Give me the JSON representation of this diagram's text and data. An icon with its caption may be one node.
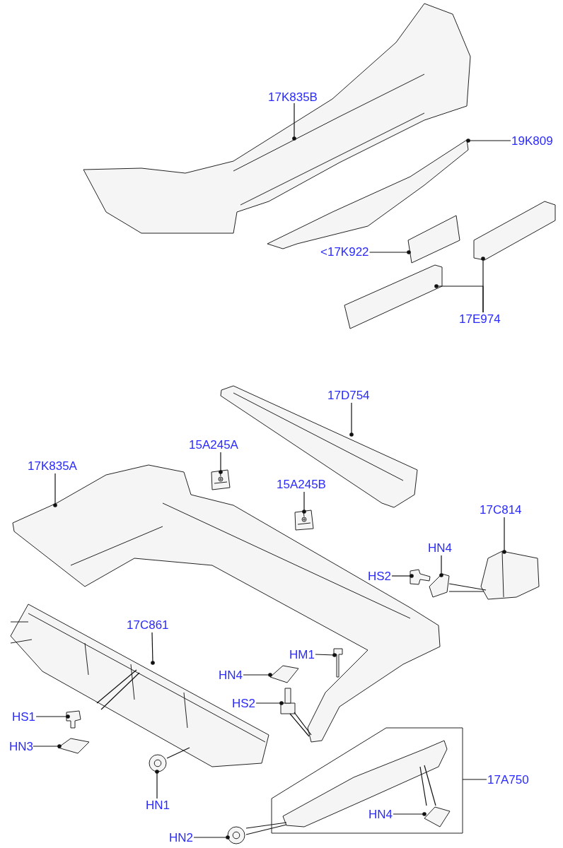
{
  "diagram": {
    "nodes": [
      {
        "text": [
          "17K835B"
        ]
      },
      {
        "text": [],
        "shape": "picture"
      },
      {
        "text": [
          "19K809"
        ]
      },
      {
        "text": [],
        "shape": "picture"
      },
      {
        "text": [
          "<17K922"
        ]
      },
      {
        "text": [],
        "shape": "picture"
      },
      {
        "text": [],
        "shape": "picture"
      },
      {
        "text": [],
        "shape": "picture"
      },
      {
        "text": [
          "17E974"
        ]
      },
      {
        "text": [
          "17D754"
        ]
      },
      {
        "text": [],
        "shape": "picture"
      },
      {
        "text": [
          "15A245A"
        ]
      },
      {
        "text": [],
        "shape": "picture"
      },
      {
        "text": [
          "15A245B"
        ]
      },
      {
        "text": [],
        "shape": "picture"
      },
      {
        "text": [
          "17K835A"
        ]
      },
      {
        "text": [],
        "shape": "picture"
      },
      {
        "text": [
          "17C814"
        ]
      },
      {
        "text": [],
        "shape": "picture"
      },
      {
        "text": [
          "HN4"
        ]
      },
      {
        "text": [],
        "shape": "picture"
      },
      {
        "text": [
          "HS2"
        ]
      },
      {
        "text": [],
        "shape": "picture"
      },
      {
        "text": [
          "17C861"
        ]
      },
      {
        "text": [],
        "shape": "picture"
      },
      {
        "text": [
          "HS1"
        ]
      },
      {
        "text": [],
        "shape": "picture"
      },
      {
        "text": [
          "HN3"
        ]
      },
      {
        "text": [],
        "shape": "picture"
      },
      {
        "text": [
          "HM1"
        ]
      },
      {
        "text": [],
        "shape": "picture"
      },
      {
        "text": [
          "HN4"
        ]
      },
      {
        "text": [],
        "shape": "picture"
      },
      {
        "text": [
          "HS2"
        ]
      },
      {
        "text": [],
        "shape": "picture"
      },
      {
        "text": [],
        "shape": "picture"
      },
      {
        "text": [
          "HN1"
        ]
      },
      {
        "text": [
          "17A750"
        ]
      },
      {
        "text": [],
        "shape": "box"
      },
      {
        "text": [],
        "shape": "picture",
        "in": 38
      },
      {
        "text": [
          "HN4"
        ],
        "in": 38
      },
      {
        "text": [],
        "shape": "picture",
        "in": 38
      },
      {
        "text": [
          "HN2"
        ]
      },
      {
        "text": [],
        "shape": "picture"
      }
    ],
    "edges": [
      {
        "from": 0,
        "to": 1,
        "arrow": "other"
      },
      {
        "from": 2,
        "to": 3,
        "arrow": "other"
      },
      {
        "from": 4,
        "to": 5,
        "arrow": "other"
      },
      {
        "from": 8,
        "to": 6,
        "arrow": "other"
      },
      {
        "from": 8,
        "to": 7,
        "arrow": "other"
      },
      {
        "from": 9,
        "to": 10,
        "arrow": "other"
      },
      {
        "from": 11,
        "to": 12,
        "arrow": "other"
      },
      {
        "from": 13,
        "to": 14,
        "arrow": "other"
      },
      {
        "from": 15,
        "to": 16,
        "arrow": "other"
      },
      {
        "from": 17,
        "to": 18,
        "arrow": "other"
      },
      {
        "from": 19,
        "to": 20,
        "arrow": "other"
      },
      {
        "from": 21,
        "to": 22,
        "arrow": "other"
      },
      {
        "from": 20,
        "to": 18,
        "arrow": "none"
      },
      {
        "from": 20,
        "to": 18,
        "arrow": "none"
      },
      {
        "from": 23,
        "to": 24,
        "arrow": "other"
      },
      {
        "from": 24,
        "to": null,
        "arrow": "none"
      },
      {
        "from": 24,
        "to": null,
        "arrow": "none"
      },
      {
        "from": 25,
        "to": 26,
        "arrow": "other"
      },
      {
        "from": 27,
        "to": 28,
        "arrow": "other"
      },
      {
        "from": 29,
        "to": 30,
        "arrow": "other"
      },
      {
        "from": 31,
        "to": 32,
        "arrow": "other"
      },
      {
        "from": 33,
        "to": 34,
        "arrow": "other"
      },
      {
        "from": 34,
        "to": 16,
        "arrow": "none"
      },
      {
        "from": 34,
        "to": 16,
        "arrow": "none"
      },
      {
        "from": 36,
        "to": 35,
        "arrow": "other"
      },
      {
        "from": 35,
        "to": 24,
        "arrow": "none"
      },
      {
        "from": 37,
        "to": 38,
        "arrow": "none"
      },
      {
        "from": 40,
        "to": 41,
        "arrow": "other"
      },
      {
        "from": 41,
        "to": 39,
        "arrow": "none"
      },
      {
        "from": 41,
        "to": 39,
        "arrow": "none"
      },
      {
        "from": 42,
        "to": 43,
        "arrow": "other"
      },
      {
        "from": 43,
        "to": 39,
        "arrow": "none"
      },
      {
        "from": 43,
        "to": 39,
        "arrow": "none"
      }
    ]
  }
}
